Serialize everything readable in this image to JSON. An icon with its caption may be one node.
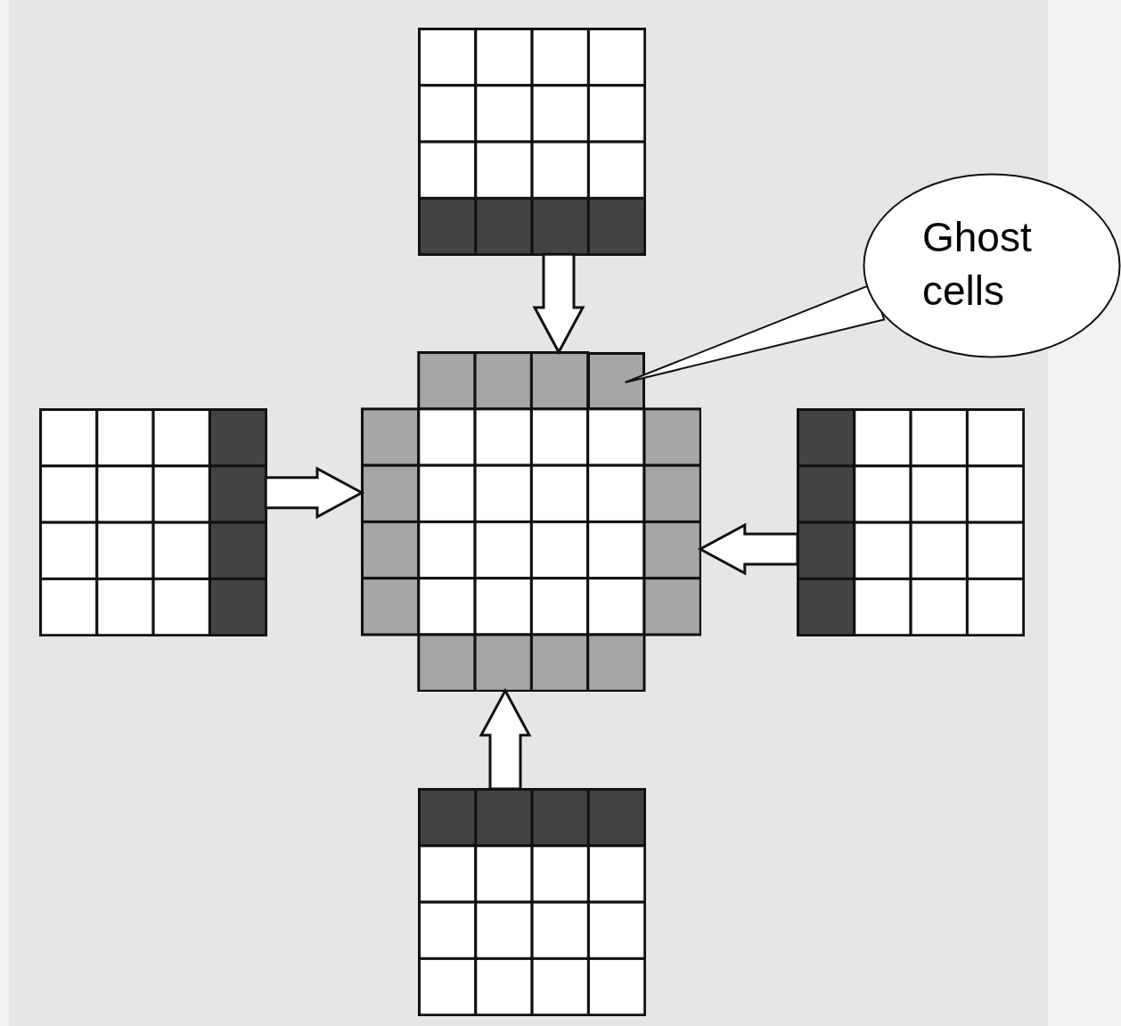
{
  "diagram": {
    "nodes": [
      {
        "text": [],
        "shape": "grid"
      },
      {
        "text": [
          "Ghost cells"
        ]
      },
      {
        "text": [],
        "shape": "grid"
      },
      {
        "text": [],
        "shape": "grid"
      },
      {
        "text": [],
        "shape": "box",
        "in": 3
      },
      {
        "text": [],
        "shape": "grid"
      },
      {
        "text": [],
        "shape": "grid"
      }
    ],
    "edges": [
      {
        "from": 0,
        "to": 3,
        "arrow": "to"
      },
      {
        "from": 2,
        "to": 3,
        "arrow": "to"
      },
      {
        "from": 5,
        "to": 3,
        "arrow": "to"
      },
      {
        "from": 6,
        "to": 3,
        "arrow": "to"
      },
      {
        "from": 1,
        "to": 4,
        "arrow": "none"
      }
    ]
  }
}
